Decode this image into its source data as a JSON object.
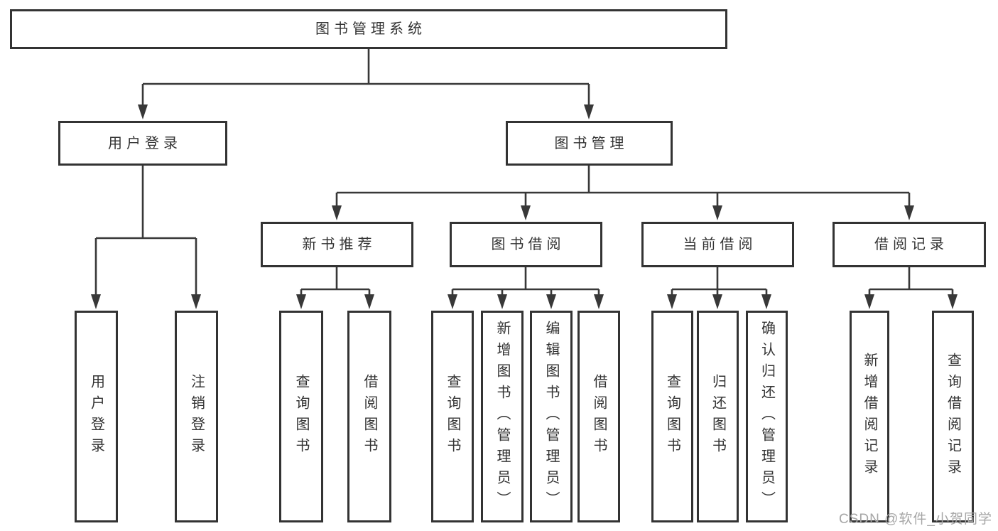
{
  "diagram": {
    "title": "图书管理系统",
    "branches": [
      {
        "label": "用户登录",
        "children": [
          "用户登录",
          "注销登录"
        ]
      },
      {
        "label": "图书管理",
        "sections": [
          {
            "label": "新书推荐",
            "children": [
              "查询图书",
              "借阅图书"
            ]
          },
          {
            "label": "图书借阅",
            "children": [
              "查询图书",
              "新增图书（管理员）",
              "编辑图书（管理员）",
              "借阅图书"
            ]
          },
          {
            "label": "当前借阅",
            "children": [
              "查询图书",
              "归还图书",
              "确认归还（管理员）"
            ]
          },
          {
            "label": "借阅记录",
            "children": [
              "新增借阅记录",
              "查询借阅记录"
            ]
          }
        ]
      }
    ],
    "colors": {
      "line": "#383838",
      "box_border": "#333333",
      "text": "#333333",
      "background": "#ffffff",
      "watermark": "#a6a6a6"
    }
  },
  "watermark": {
    "text": "CSDN @软件_小贺同学"
  }
}
